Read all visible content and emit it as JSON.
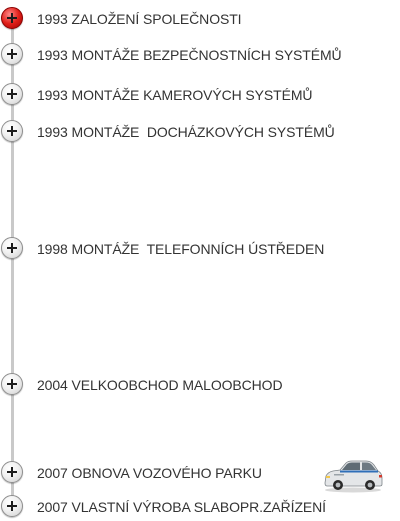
{
  "timeline": {
    "items": [
      {
        "label": "1993 ZALOŽENÍ SPOLEČNOSTI",
        "active": true
      },
      {
        "label": "1993 MONTÁŽE BEZPEČNOSTNÍCH SYSTÉMŮ",
        "active": false
      },
      {
        "label": "1993 MONTÁŽE KAMEROVÝCH SYSTÉMŮ",
        "active": false
      },
      {
        "label": "1993 MONTÁŽE  DOCHÁZKOVÝCH SYSTÉMŮ",
        "active": false
      },
      {
        "label": "1998 MONTÁŽE  TELEFONNÍCH ÚSTŘEDEN",
        "active": false
      },
      {
        "label": "2004 VELKOOBCHOD MALOOBCHOD",
        "active": false
      },
      {
        "label": "2007 OBNOVA VOZOVÉHO PARKU",
        "active": false
      },
      {
        "label": "2007 VLASTNÍ VÝROBA SLABOPR.ZAŘÍZENÍ",
        "active": false
      }
    ],
    "icons": {
      "node": "plus-circle-icon",
      "active_node": "plus-circle-red-icon",
      "car": "car-icon"
    },
    "colors": {
      "active_node": "#e0201a",
      "node": "#f1f1f1",
      "rail": "#c9c9c9",
      "text": "#333333"
    }
  }
}
